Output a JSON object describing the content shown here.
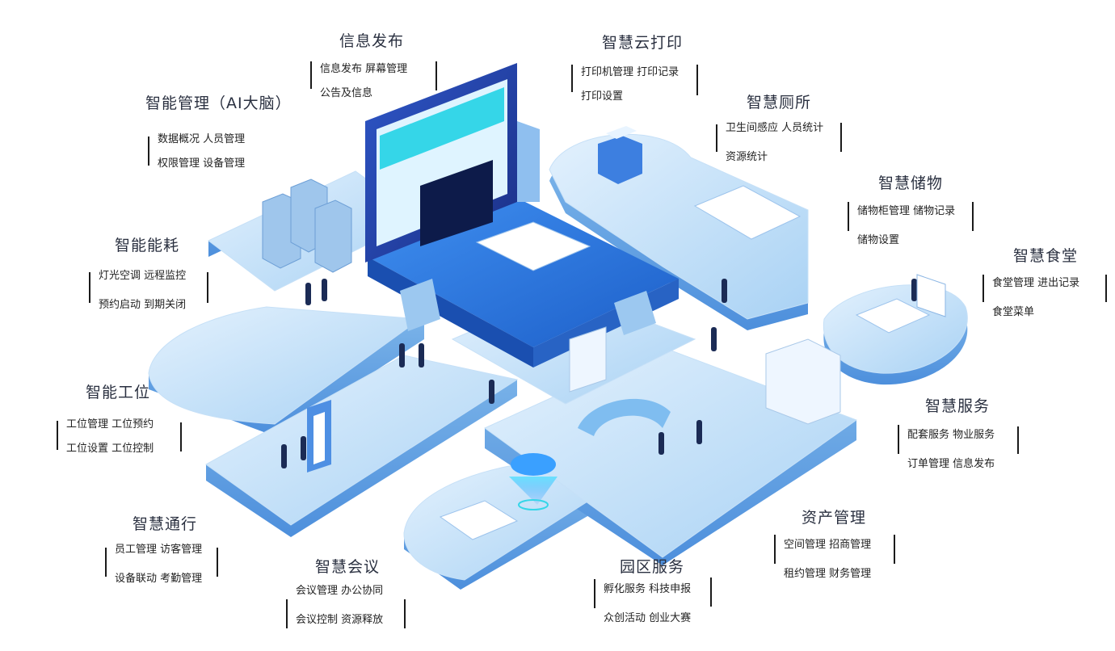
{
  "colors": {
    "platform_light": "#cfe6fb",
    "platform_mid": "#8fc3ef",
    "platform_side": "#6aa8e2",
    "platform_dark": "#2f6fd0",
    "screen_dark": "#0d1b4a",
    "accent_cyan": "#35d6e8",
    "text_dark": "#2a3040",
    "divider": "#1b1b1b"
  },
  "modules": {
    "info_publish": {
      "title": "信息发布",
      "items": [
        "信息发布 屏幕管理",
        "公告及信息"
      ]
    },
    "cloud_print": {
      "title": "智慧云打印",
      "items": [
        "打印机管理 打印记录",
        "打印设置"
      ]
    },
    "smart_mgmt": {
      "title": "智能管理（AI大脑）",
      "items": [
        "数据概况  人员管理",
        "权限管理  设备管理"
      ]
    },
    "restroom": {
      "title": "智慧厕所",
      "items": [
        "卫生间感应 人员统计",
        "资源统计"
      ]
    },
    "storage": {
      "title": "智慧储物",
      "items": [
        "储物柜管理 储物记录",
        "储物设置"
      ]
    },
    "canteen": {
      "title": "智慧食堂",
      "items": [
        "食堂管理 进出记录",
        "食堂菜单"
      ]
    },
    "energy": {
      "title": "智能能耗",
      "items": [
        "灯光空调 远程监控",
        "预约启动 到期关闭"
      ]
    },
    "workstation": {
      "title": "智能工位",
      "items": [
        "工位管理   工位预约",
        "工位设置   工位控制"
      ]
    },
    "service": {
      "title": "智慧服务",
      "items": [
        "配套服务 物业服务",
        "订单管理 信息发布"
      ]
    },
    "asset": {
      "title": "资产管理",
      "items": [
        "空间管理 招商管理",
        "租约管理 财务管理"
      ]
    },
    "access": {
      "title": "智慧通行",
      "items": [
        "员工管理 访客管理",
        "设备联动 考勤管理"
      ]
    },
    "meeting": {
      "title": "智慧会议",
      "items": [
        "会议管理 办公协同",
        "会议控制 资源释放"
      ]
    },
    "park": {
      "title": "园区服务",
      "items": [
        "孵化服务 科技申报",
        "众创活动 创业大赛"
      ]
    }
  }
}
